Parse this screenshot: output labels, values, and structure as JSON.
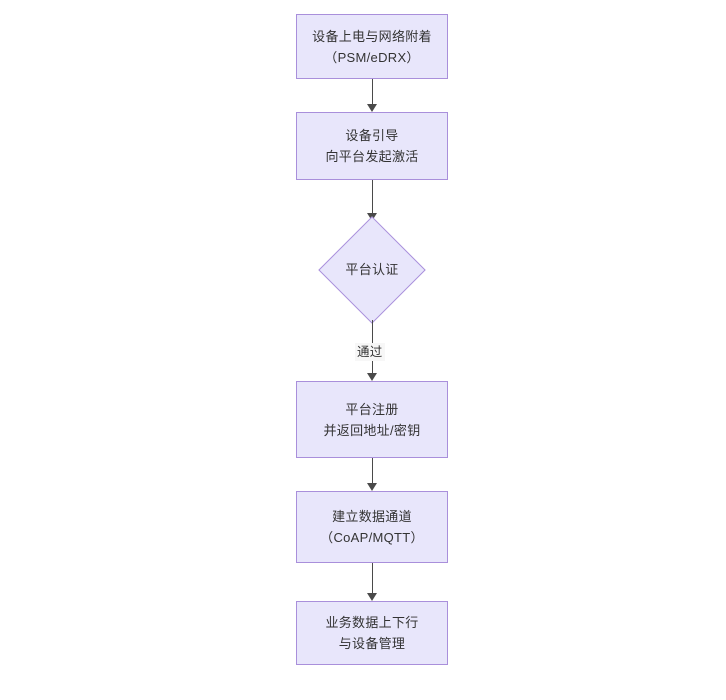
{
  "diagram": {
    "type": "flowchart",
    "orientation": "top-to-bottom",
    "background_color": "#ffffff",
    "node_fill_color": "#e8e6fb",
    "node_border_color": "#a98fdb",
    "connector_color": "#4a4a4a",
    "text_color": "#333333",
    "nodes": [
      {
        "id": "power-on",
        "shape": "rectangle",
        "line1": "设备上电与网络附着",
        "line2": "（PSM/eDRX）"
      },
      {
        "id": "bootstrap",
        "shape": "rectangle",
        "line1": "设备引导",
        "line2": "向平台发起激活"
      },
      {
        "id": "platform-auth",
        "shape": "diamond",
        "line1": "平台认证",
        "line2": ""
      },
      {
        "id": "register",
        "shape": "rectangle",
        "line1": "平台注册",
        "line2": "并返回地址/密钥"
      },
      {
        "id": "channel",
        "shape": "rectangle",
        "line1": "建立数据通道",
        "line2": "（CoAP/MQTT）"
      },
      {
        "id": "data-exchange",
        "shape": "rectangle",
        "line1": "业务数据上下行",
        "line2": "与设备管理"
      }
    ],
    "edges": [
      {
        "id": "e1",
        "from": "power-on",
        "to": "bootstrap",
        "label": ""
      },
      {
        "id": "e2",
        "from": "bootstrap",
        "to": "platform-auth",
        "label": ""
      },
      {
        "id": "e3",
        "from": "platform-auth",
        "to": "register",
        "label": "通过"
      },
      {
        "id": "e4",
        "from": "register",
        "to": "channel",
        "label": ""
      },
      {
        "id": "e5",
        "from": "channel",
        "to": "data-exchange",
        "label": ""
      }
    ]
  }
}
